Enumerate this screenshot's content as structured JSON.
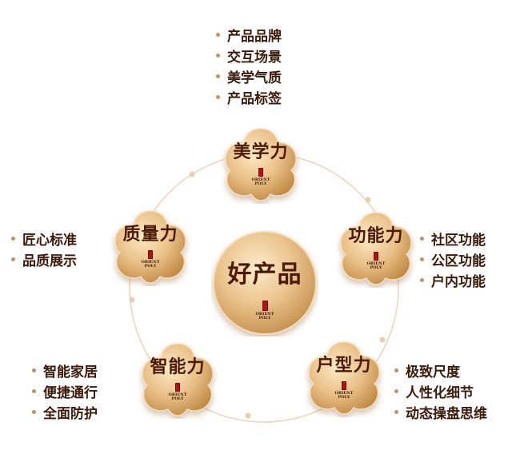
{
  "center": {
    "label": "好产品",
    "brand": "ORIENT POLY"
  },
  "nodes": {
    "aesthetics": {
      "label": "美学力",
      "brand": "ORIENT POLY",
      "items": [
        "产品品牌",
        "交互场景",
        "美学气质",
        "产品标签"
      ]
    },
    "function": {
      "label": "功能力",
      "brand": "ORIENT POLY",
      "items": [
        "社区功能",
        "公区功能",
        "户内功能"
      ]
    },
    "layout": {
      "label": "户型力",
      "brand": "ORIENT POLY",
      "items": [
        "极致尺度",
        "人性化细节",
        "动态操盘思维"
      ]
    },
    "smart": {
      "label": "智能力",
      "brand": "ORIENT POLY",
      "items": [
        "智能家居",
        "便捷通行",
        "全面防护"
      ]
    },
    "quality": {
      "label": "质量力",
      "brand": "ORIENT POLY",
      "items": [
        "匠心标准",
        "品质展示"
      ]
    }
  },
  "colors": {
    "gold_light": "#fbe3b8",
    "gold_mid": "#e4b779",
    "gold_dark": "#b7823f",
    "text_dark": "#4b1a06",
    "ring": "#e8cfae",
    "bullet": "#b8956a",
    "logo_red": "#b01515"
  }
}
